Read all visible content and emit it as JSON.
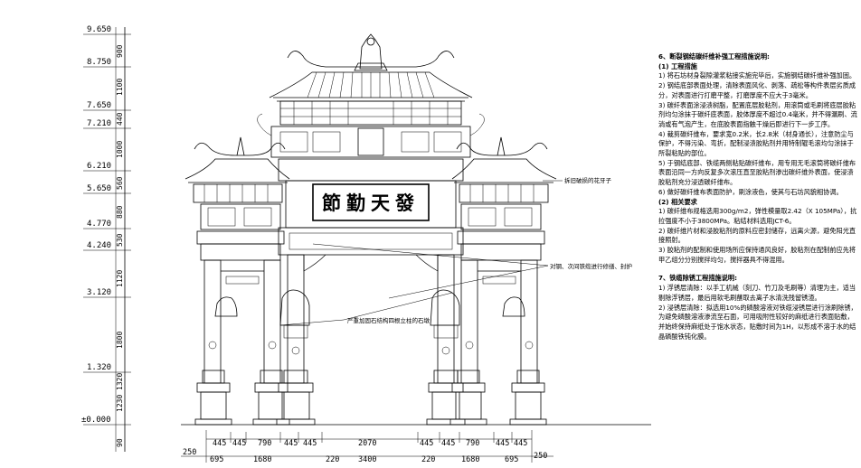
{
  "elevation_labels": [
    "9.650",
    "8.750",
    "7.650",
    "7.210",
    "6.210",
    "5.650",
    "4.770",
    "4.240",
    "3.120",
    "1.320",
    "±0.000"
  ],
  "vertical_dims": [
    "900",
    "1100",
    "440",
    "1000",
    "560",
    "880",
    "530",
    "1120",
    "1800",
    "1320",
    "1230",
    "90"
  ],
  "bottom_dims_row1": [
    "445",
    "445",
    "790",
    "445",
    "445",
    "2070",
    "445",
    "445",
    "790",
    "445",
    "445"
  ],
  "bottom_dims_row2": [
    "250",
    "695",
    "1680",
    "220",
    "3400",
    "220",
    "1680",
    "695",
    "250"
  ],
  "inscription": "節勤天發",
  "callouts": {
    "upper_right": "拆旧破损的花牙子",
    "middle": "对钢、次间铁缆进行修缮、封护",
    "lower": "严重加固石结构四根立柱的石墩"
  },
  "notes": {
    "section6_title": "6、断裂钢结碳纤维补强工程措施说明:",
    "section6_sub1": "(1) 工程措施",
    "section6_items": [
      "1) 将石坊材身裂隙灌浆粘接实施完毕后，实施钢结碳纤维补强加固。",
      "2) 钢结底部表面处理，清除表面风化、剥落、疏松等构件表层劣质成分，对表面进行打磨平整，打磨厚度不应大于3毫米。",
      "3) 碳纤表面涂浸渍树脂，配置底层胶粘剂，用滚筒或毛刷将底层胶粘剂均匀涂抹于碳纤底表面，胶体厚度不超过0.4毫米，并不得漏刷、流淌或有气泡产生，在底胶表面指触干燥后即进行下一步工序。",
      "4) 裁剪碳纤维布，要求宽0.2米，长2.8米（材身通长），注意防尘与保护，不得污染、弯折，配制浸渍胶粘剂并用特制辊毛滚均匀涂抹于所裂粘贴的部位。",
      "5) 于钢结底部、铁缆两侧粘贴碳纤维布，用专用无毛滚筒将碳纤维布表面沿同一方向反复多次滚压直至胶粘剂渗出碳纤维外表面，使浸渍胶粘剂充分浸透碳纤维布。",
      "6) 做好碳纤维布表面防护，刷涂液色，使其与石坊风貌相协调。"
    ],
    "section6_sub2": "(2) 相关要求",
    "section6_req": [
      "1) 碳纤维布规格选用300g/m2，弹性模量取2.42（X 105MPa），抗拉强度不小于3800MPa。粘结材料选用JCT-6。",
      "2) 碳纤维片材和浸胶粘剂的原料应密封储存，远离火源，避免阳光直接照射。",
      "3) 胶粘剂的配制和使用场所应保持通风良好，胶粘剂在配制前应先将甲乙组分分别搅拌均匀，搅拌器具不得混用。"
    ],
    "section7_title": "7、铁缆除锈工程措施说明:",
    "section7_items": [
      "1) 浮锈层清除：以手工机械（刻刀、竹刀及毛刷等）清理为主，适当剔除浮锈层，最后用软毛刷蘸取去离子水清洗残留锈渣。",
      "2) 浸锈层清除：拟选用10%的磷酸溶液对铁缆浸锈层进行涂刷除锈，为避免磷酸溶液渗流至石面，可用吸附性较好的麻纸进行表面贴敷，并始终保持麻纸处于饱水状态，贴敷时间为1H，以形成不溶于水的结晶磷酸铁钝化膜。"
    ]
  }
}
